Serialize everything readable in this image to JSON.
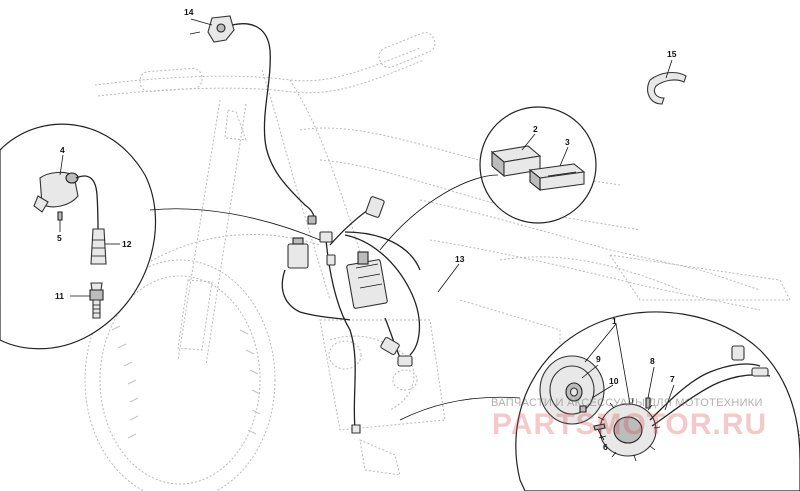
{
  "diagram": {
    "callouts": [
      {
        "id": "c1",
        "label": "1"
      },
      {
        "id": "c2",
        "label": "2"
      },
      {
        "id": "c3",
        "label": "3"
      },
      {
        "id": "c4",
        "label": "4"
      },
      {
        "id": "c5",
        "label": "5"
      },
      {
        "id": "c6",
        "label": "6"
      },
      {
        "id": "c7",
        "label": "7"
      },
      {
        "id": "c8",
        "label": "8"
      },
      {
        "id": "c9",
        "label": "9"
      },
      {
        "id": "c10",
        "label": "10"
      },
      {
        "id": "c11",
        "label": "11"
      },
      {
        "id": "c12",
        "label": "12"
      },
      {
        "id": "c13",
        "label": "13"
      },
      {
        "id": "c14",
        "label": "14"
      },
      {
        "id": "c15",
        "label": "15"
      }
    ]
  },
  "watermark": {
    "subtitle": "ВАПЧАСТИ И АКСЕССУАРЫ ДЛЯ МОТОТЕХНИКИ",
    "brand": "PARTSMOTOR.RU"
  },
  "colors": {
    "line": "#222222",
    "faint_line": "#b9b9b9",
    "watermark_red": "#dc3c3c"
  }
}
